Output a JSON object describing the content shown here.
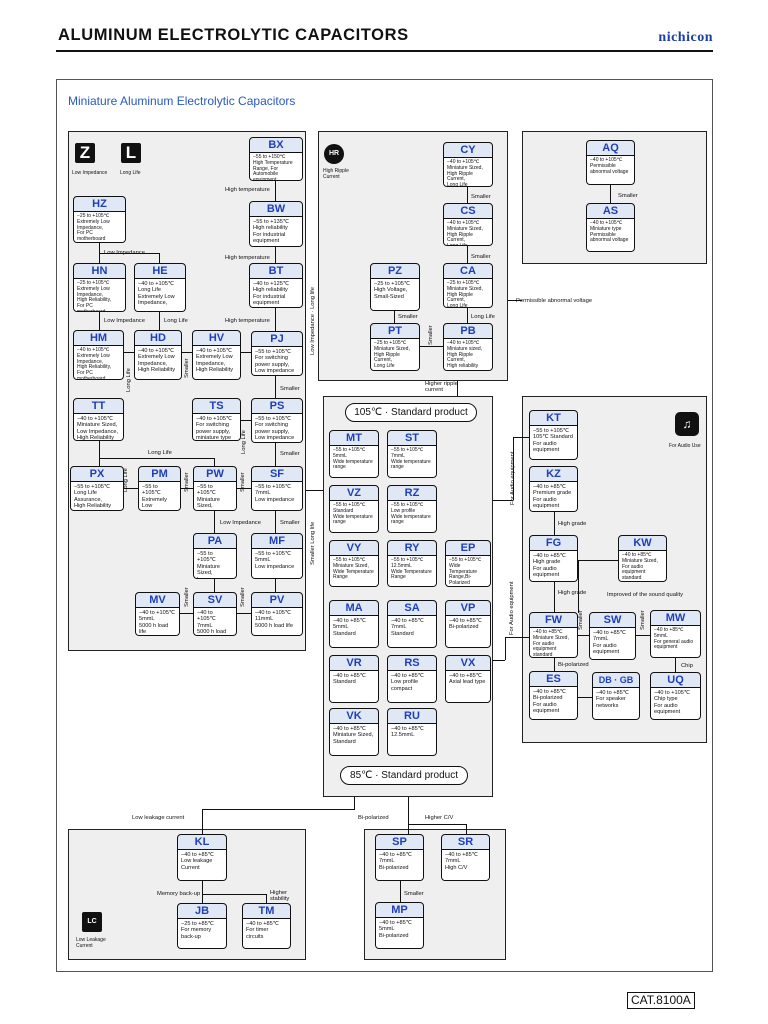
{
  "header": {
    "title": "ALUMINUM ELECTROLYTIC CAPACITORS",
    "brand": "nichicon"
  },
  "diagram": {
    "title": "Miniature Aluminum Electrolytic Capacitors",
    "center_top": "105℃ · Standard product",
    "center_bottom": "85℃ · Standard product"
  },
  "icons": {
    "z": "Z",
    "l": "L",
    "z_cap": "Low Impedance",
    "l_cap": "Long Life",
    "hr": "HR",
    "hr_cap": "High Ripple\nCurrent",
    "audio_cap": "For Audio Use",
    "lc": "LC",
    "lc_cap": "Low Leakage\nCurrent"
  },
  "nodes": {
    "BX": {
      "name": "BX",
      "desc": "−55 to +150℃\nHigh Temperature Range, For Automobile equipment"
    },
    "BW": {
      "name": "BW",
      "desc": "−55 to +135℃\nHigh reliability\nFor industrial equipment"
    },
    "BT": {
      "name": "BT",
      "desc": "−40 to +125℃\nHigh reliability\nFor industrial equipment"
    },
    "HZ": {
      "name": "HZ",
      "desc": "−25 to +105℃\nExtremely Low Impedance,\nFor PC motherboard"
    },
    "HN": {
      "name": "HN",
      "desc": "−25 to +105℃\nExtremely Low Impedance,\nHigh Reliability,\nFor PC motherboard"
    },
    "HE": {
      "name": "HE",
      "desc": "−40 to +105℃\nLong Life\nExtremely Low Impedance,"
    },
    "HM": {
      "name": "HM",
      "desc": "−40 to +105℃\nExtremely Low Impedance,\nHigh Reliability,\nFor PC motherboard"
    },
    "HD": {
      "name": "HD",
      "desc": "−40 to +105℃\nExtremely Low Impedance,\nHigh Reliability"
    },
    "HV": {
      "name": "HV",
      "desc": "−40 to +105℃\nExtremely Low Impedance,\nHigh Reliability"
    },
    "PJ": {
      "name": "PJ",
      "desc": "−55 to +105℃\nFor switching power supply,\nLow impedance"
    },
    "TT": {
      "name": "TT",
      "desc": "−40 to +105℃\nMiniature Sized,\nLow Impedance,\nHigh Reliability"
    },
    "TS": {
      "name": "TS",
      "desc": "−40 to +105℃\nFor switching power supply,\nminiature type"
    },
    "PS": {
      "name": "PS",
      "desc": "−55 to +105℃\nFor switching power supply,\nLow impedance"
    },
    "PX": {
      "name": "PX",
      "desc": "−55 to +105℃\nLong Life Assurance,\nHigh Reliability"
    },
    "PM": {
      "name": "PM",
      "desc": "−55 to +105℃\nExtremely Low Impedance,\nHigh Reliability"
    },
    "PW": {
      "name": "PW",
      "desc": "−55 to +105℃\nMiniature Sized,\nLow Impedance,\nHigh Reliability"
    },
    "SF": {
      "name": "SF",
      "desc": "−55 to +105℃\n7mmL\nLow impedance"
    },
    "PA": {
      "name": "PA",
      "desc": "−55 to +105℃\nMiniature Sized,\nLow Impedance,\nHigh Reliability"
    },
    "MF": {
      "name": "MF",
      "desc": "−55 to +105℃\n5mmL\nLow impedance"
    },
    "MV": {
      "name": "MV",
      "desc": "−40 to +105℃\n5mmL\n5000 h load life"
    },
    "SV": {
      "name": "SV",
      "desc": "−40 to +105℃\n7mmL\n5000 h load life"
    },
    "PV": {
      "name": "PV",
      "desc": "−40 to +105℃\n11mmL\n5000 h load life"
    },
    "CY": {
      "name": "CY",
      "desc": "−40 to +105℃\nMiniature Sized,\nHigh Ripple Current,\nLong Life"
    },
    "CS": {
      "name": "CS",
      "desc": "−40 to +105℃\nMiniature Sized,\nHigh Ripple Current,\nLong Life"
    },
    "PZ": {
      "name": "PZ",
      "desc": "−25 to +105℃\nHigh Voltage,\nSmall-Sized"
    },
    "CA": {
      "name": "CA",
      "desc": "−25 to +105℃\nMiniature Sized,\nHigh Ripple Current,\nLong Life"
    },
    "PT": {
      "name": "PT",
      "desc": "−25 to +105℃\nMiniature Sized,\nHigh Ripple Current,\nLong Life"
    },
    "PB": {
      "name": "PB",
      "desc": "−40 to +105℃\nMiniature sized,\nHigh Ripple Current,\nHigh reliability"
    },
    "AQ": {
      "name": "AQ",
      "desc": "−40 to +105℃\nPermissible abnormal voltage"
    },
    "AS": {
      "name": "AS",
      "desc": "−40 to +105℃\nMiniature type\nPermissible abnormal voltage"
    },
    "MT": {
      "name": "MT",
      "desc": "−55 to +105℃\n5mmL\nWide temperature range"
    },
    "ST": {
      "name": "ST",
      "desc": "−55 to +105℃\n7mmL\nWide temperature range"
    },
    "VZ": {
      "name": "VZ",
      "desc": "−55 to +105℃\nStandard\nWide temperature range"
    },
    "RZ": {
      "name": "RZ",
      "desc": "−55 to +105℃\nLow profile\nWide temperature range"
    },
    "VY": {
      "name": "VY",
      "desc": "−55 to +105℃\nMiniature Sized,\nWide Temperature Range"
    },
    "RY": {
      "name": "RY",
      "desc": "−55 to +105℃\n12.5mmL\nWide Temperature Range"
    },
    "EP": {
      "name": "EP",
      "desc": "−55 to +105℃\nWide Temperature Range,Bi-Polarized"
    },
    "MA": {
      "name": "MA",
      "desc": "−40 to +85℃\n5mmL\nStandard"
    },
    "SA": {
      "name": "SA",
      "desc": "−40 to +85℃\n7mmL\nStandard"
    },
    "VP": {
      "name": "VP",
      "desc": "−40 to +85℃\nBi-polarized"
    },
    "VR": {
      "name": "VR",
      "desc": "−40 to +85℃\nStandard"
    },
    "RS": {
      "name": "RS",
      "desc": "−40 to +85℃\nLow profile\ncompact"
    },
    "VX": {
      "name": "VX",
      "desc": "−40 to +85℃\nAxial lead type"
    },
    "VK": {
      "name": "VK",
      "desc": "−40 to +85℃\nMiniature Sized,\nStandard"
    },
    "RU": {
      "name": "RU",
      "desc": "−40 to +85℃\n12.5mmL"
    },
    "KT": {
      "name": "KT",
      "desc": "−55 to +105℃\n105℃ Standard\nFor audio equipment"
    },
    "KZ": {
      "name": "KZ",
      "desc": "−40 to +85℃\nPremium grade\nFor audio equipment"
    },
    "FG": {
      "name": "FG",
      "desc": "−40 to +85℃\nHigh grade\nFor audio equipment"
    },
    "KW": {
      "name": "KW",
      "desc": "−40 to +85℃\nMiniature Sized,\nFor audio equipment standard"
    },
    "FW": {
      "name": "FW",
      "desc": "−40 to +85℃\nMiniature Sized,\nFor audio equipment standard"
    },
    "SW": {
      "name": "SW",
      "desc": "−40 to +85℃\n7mmL\nFor audio equipment"
    },
    "MW": {
      "name": "MW",
      "desc": "−40 to +85℃\n5mmL\nFor general audio equipment"
    },
    "ES": {
      "name": "ES",
      "desc": "−40 to +85℃\nBi-polarized\nFor audio equipment"
    },
    "DBGB": {
      "name": "DB · GB",
      "desc": "−40 to +85℃\nFor speaker networks"
    },
    "UQ": {
      "name": "UQ",
      "desc": "−40 to +105℃\nChip type\nFor audio equipment"
    },
    "KL": {
      "name": "KL",
      "desc": "−40 to +85℃\nLow leakage\nCurrent"
    },
    "JB": {
      "name": "JB",
      "desc": "−25 to +85℃\nFor memory back-up"
    },
    "TM": {
      "name": "TM",
      "desc": "−40 to +85℃\nFor timer circuits"
    },
    "SP": {
      "name": "SP",
      "desc": "−40 to +85℃\n7mmL\nBi-polarized"
    },
    "SR": {
      "name": "SR",
      "desc": "−40 to +85℃\n7mmL\nHigh C/V"
    },
    "MP": {
      "name": "MP",
      "desc": "−40 to +85℃\n5mmL\nBi-polarized"
    }
  },
  "labels": {
    "high_temperature": "High temperature",
    "low_impedance": "Low Impedance",
    "long_life": "Long Life",
    "smaller": "Smaller",
    "low_impedance_long_life": "Low Impedance · Long life",
    "smaller_long_life": "Smaller Long life",
    "higher_ripple": "Higher ripple current",
    "permissible": "Permissible abnormal voltage",
    "for_audio": "For Audio equipment",
    "high_grade": "High grade",
    "improved": "Improved of the sound quality",
    "bi_polarized": "Bi-polarized",
    "chip": "Chip",
    "low_leakage": "Low leakage current",
    "higher_cv": "Higher C/V",
    "memory_backup": "Memory back-up",
    "higher_stability": "Higher stability"
  },
  "footer": {
    "catalog": "CAT.8100A"
  }
}
